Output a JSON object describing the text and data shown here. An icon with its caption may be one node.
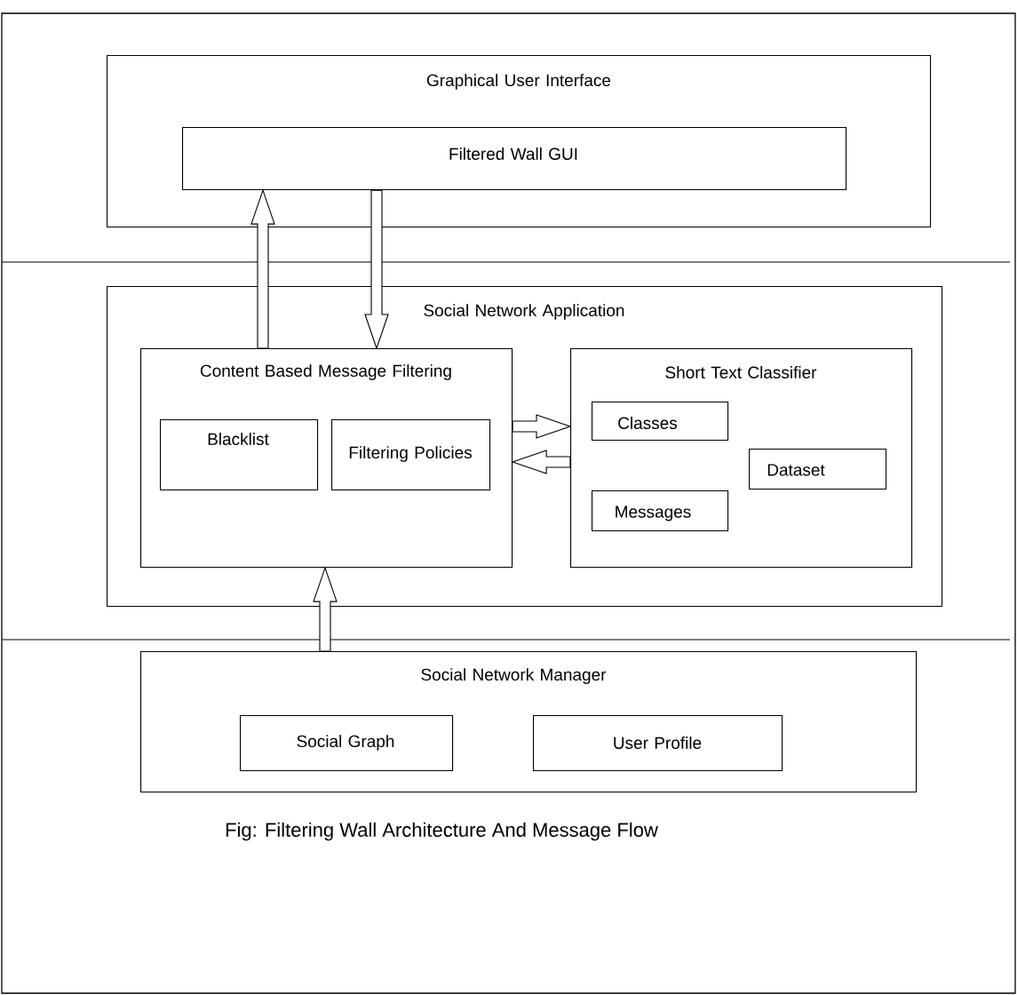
{
  "diagram": {
    "caption": "Fig: Filtering Wall Architecture And Message Flow",
    "nodes": [
      {
        "text": [
          "Graphical User Interface"
        ]
      },
      {
        "text": [
          "Filtered Wall GUI"
        ],
        "in": 0
      },
      {
        "text": [
          "Social Network Application"
        ]
      },
      {
        "text": [
          "Content Based Message Filtering"
        ],
        "in": 2
      },
      {
        "text": [
          "Blacklist"
        ],
        "in": 3
      },
      {
        "text": [
          "Filtering Policies"
        ],
        "in": 3
      },
      {
        "text": [
          "Short Text Classifier"
        ],
        "in": 2
      },
      {
        "text": [
          "Classes"
        ],
        "in": 6
      },
      {
        "text": [
          "Messages"
        ],
        "in": 6
      },
      {
        "text": [
          "Dataset"
        ],
        "in": 6
      },
      {
        "text": [
          "Social Network Manager"
        ]
      },
      {
        "text": [
          "Social Graph"
        ],
        "in": 10
      },
      {
        "text": [
          "User Profile"
        ],
        "in": 10
      }
    ],
    "edges": [
      {
        "from": 3,
        "to": 1,
        "arrow": "to"
      },
      {
        "from": 1,
        "to": 3,
        "arrow": "to"
      },
      {
        "from": 3,
        "to": 6,
        "arrow": "to"
      },
      {
        "from": 6,
        "to": 3,
        "arrow": "to"
      },
      {
        "from": 10,
        "to": 3,
        "arrow": "to"
      }
    ]
  }
}
